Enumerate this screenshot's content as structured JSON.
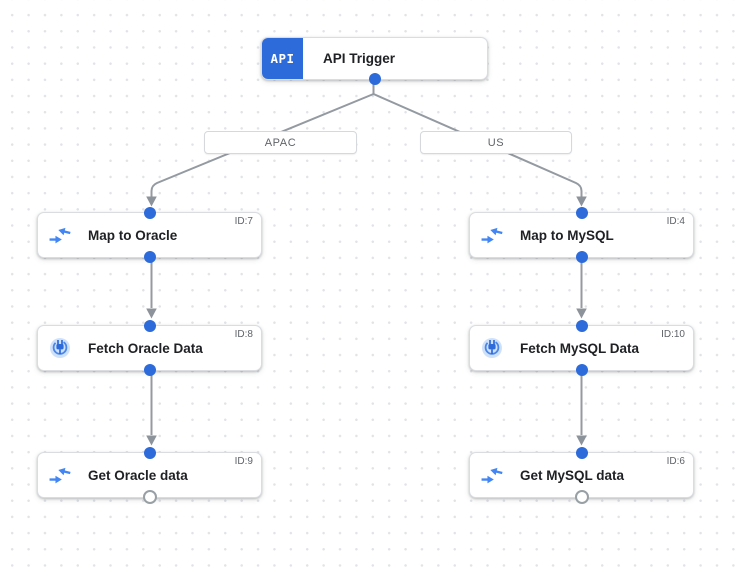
{
  "workflow": {
    "trigger": {
      "badge": "API",
      "title": "API Trigger"
    },
    "branches": {
      "left": {
        "label": "APAC"
      },
      "right": {
        "label": "US"
      }
    },
    "left_nodes": [
      {
        "title": "Map to Oracle",
        "id": "ID:7",
        "icon": "data-mapping-icon"
      },
      {
        "title": "Fetch Oracle Data",
        "id": "ID:8",
        "icon": "connector-icon"
      },
      {
        "title": "Get Oracle data",
        "id": "ID:9",
        "icon": "data-mapping-icon"
      }
    ],
    "right_nodes": [
      {
        "title": "Map to MySQL",
        "id": "ID:4",
        "icon": "data-mapping-icon"
      },
      {
        "title": "Fetch MySQL Data",
        "id": "ID:10",
        "icon": "connector-icon"
      },
      {
        "title": "Get MySQL data",
        "id": "ID:6",
        "icon": "data-mapping-icon"
      }
    ]
  },
  "colors": {
    "accent_blue": "#2d6bdb",
    "icon_blue": "#4285f4",
    "connector_disk_blue": "#cfe1f9",
    "edge_gray": "#949aa1",
    "node_border": "#dadce0",
    "id_text": "#5f6368",
    "title_text": "#202124",
    "grid_dot": "#e1e3e7"
  }
}
